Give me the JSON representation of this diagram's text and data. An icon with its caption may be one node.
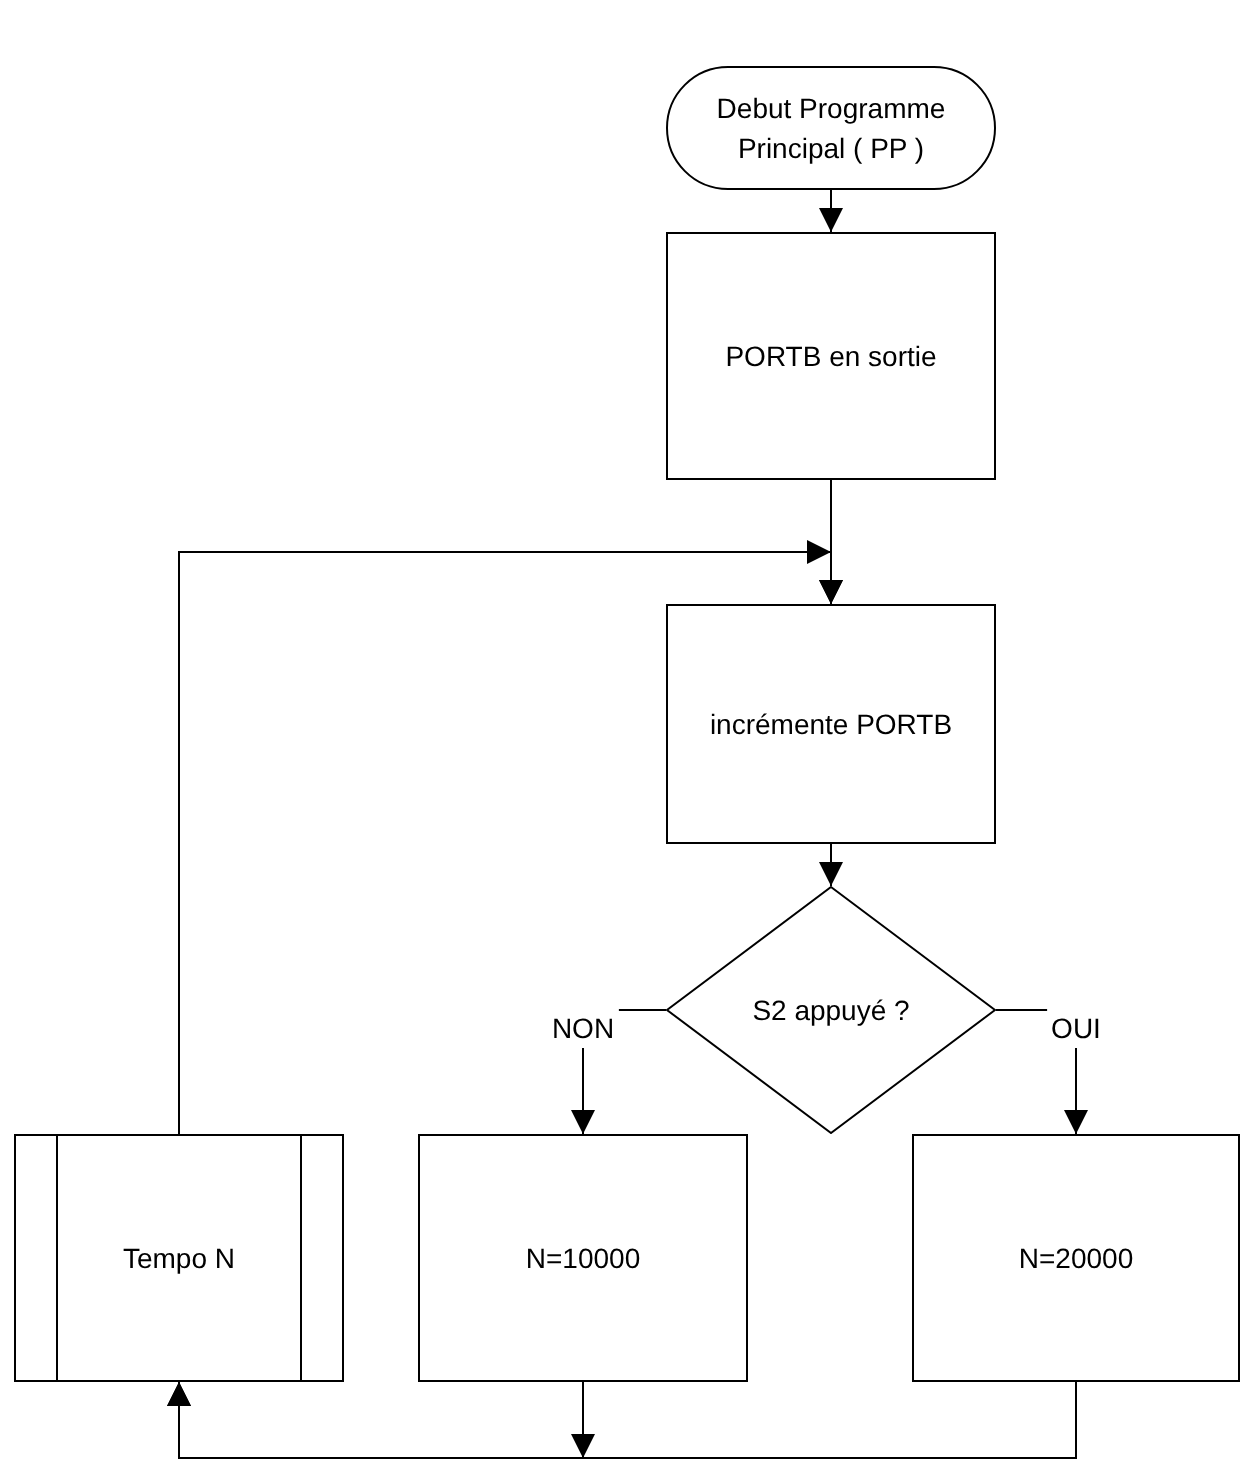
{
  "diagram": {
    "nodes": [
      {
        "text": [
          "Debut Programme Principal ( PP )"
        ]
      },
      {
        "text": [
          "PORTB en sortie"
        ]
      },
      {
        "text": [
          "incrémente PORTB"
        ]
      },
      {
        "text": [
          "S2 appuyé ?"
        ]
      },
      {
        "text": [
          "Tempo N"
        ]
      },
      {
        "text": [
          "N=10000"
        ]
      },
      {
        "text": [
          "N=20000"
        ]
      }
    ],
    "edges": [
      {
        "from": 0,
        "to": 1,
        "arrow": "to"
      },
      {
        "from": 1,
        "to": 2,
        "arrow": "to"
      },
      {
        "from": 4,
        "to": 2,
        "arrow": "to"
      },
      {
        "from": 2,
        "to": 3,
        "arrow": "to"
      },
      {
        "from": 3,
        "to": 5,
        "label": "NON",
        "arrow": "to"
      },
      {
        "from": 3,
        "to": 6,
        "label": "OUI",
        "arrow": "to"
      },
      {
        "from": 5,
        "to": 4,
        "arrow": "to"
      },
      {
        "from": 6,
        "to": 4,
        "arrow": "to"
      }
    ]
  }
}
